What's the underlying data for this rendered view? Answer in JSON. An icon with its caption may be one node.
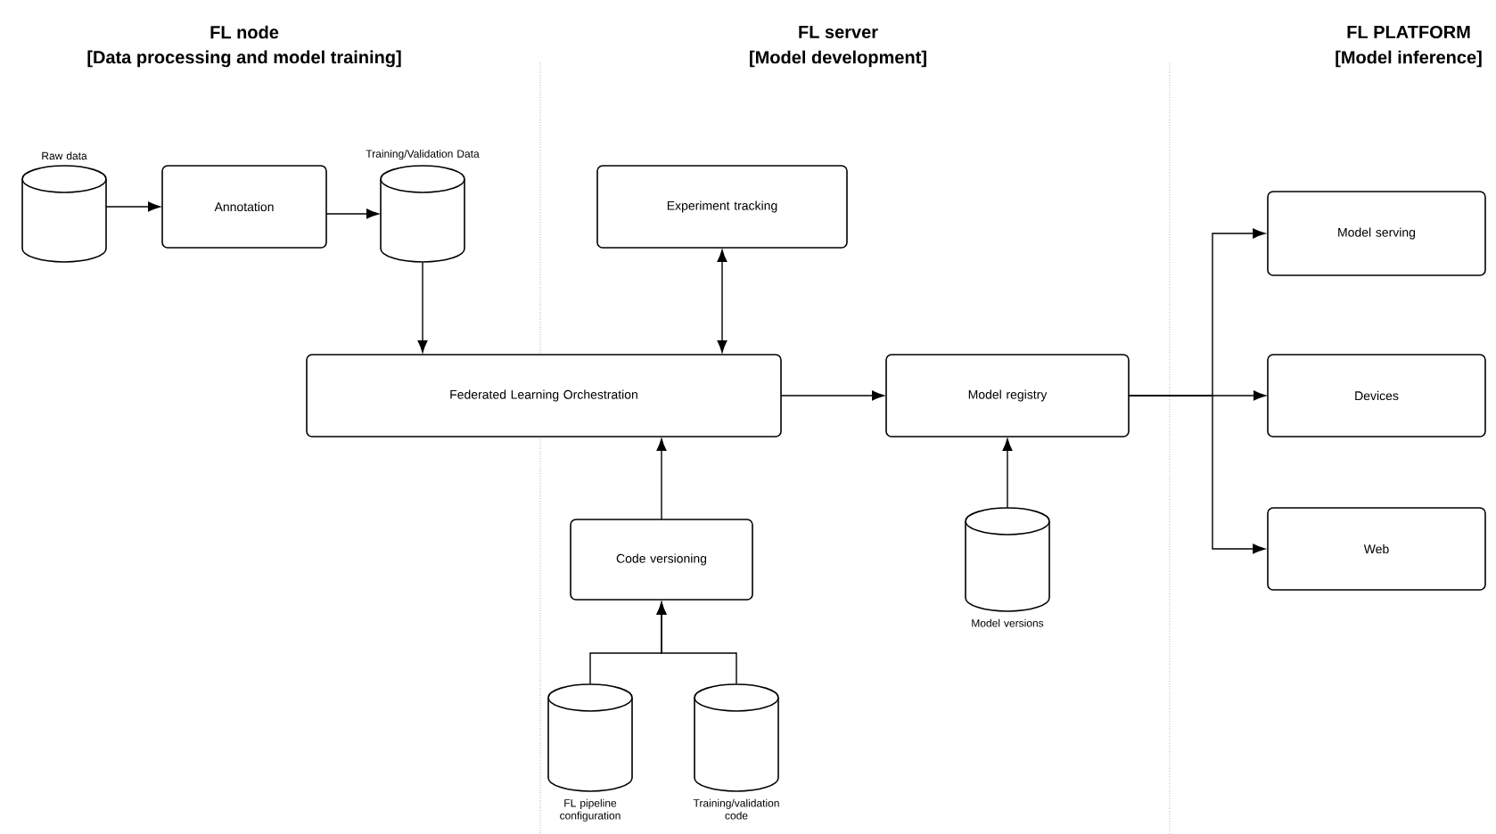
{
  "diagram": {
    "nodes": [
      {
        "text": [
          "Raw data"
        ]
      },
      {
        "text": [
          "Annotation"
        ]
      },
      {
        "text": [
          "Training/Validation Data"
        ]
      },
      {
        "text": [
          "Federated Learning Orchestration"
        ]
      },
      {
        "text": [
          "Experiment tracking"
        ]
      },
      {
        "text": [
          "Model registry"
        ]
      },
      {
        "text": [
          "Code versioning"
        ]
      },
      {
        "text": [
          "FL pipeline configuration"
        ]
      },
      {
        "text": [
          "Training/validation code"
        ]
      },
      {
        "text": [
          "Model versions"
        ]
      },
      {
        "text": [
          "Model serving"
        ]
      },
      {
        "text": [
          "Devices"
        ]
      },
      {
        "text": [
          "Web"
        ]
      }
    ],
    "edges": [
      {
        "from": 0,
        "to": 1,
        "arrow": "to"
      },
      {
        "from": 1,
        "to": 2,
        "arrow": "to"
      },
      {
        "from": 2,
        "to": 3,
        "arrow": "to"
      },
      {
        "from": 3,
        "to": 4,
        "arrow": "both"
      },
      {
        "from": 3,
        "to": 5,
        "arrow": "to"
      },
      {
        "from": 6,
        "to": 3,
        "arrow": "to"
      },
      {
        "from": 7,
        "to": 6,
        "arrow": "to"
      },
      {
        "from": 8,
        "to": 6,
        "arrow": "to"
      },
      {
        "from": 9,
        "to": 5,
        "arrow": "to"
      },
      {
        "from": 5,
        "to": 10,
        "arrow": "to"
      },
      {
        "from": 5,
        "to": 11,
        "arrow": "to"
      },
      {
        "from": 5,
        "to": 12,
        "arrow": "to"
      }
    ],
    "labels": [
      "FL node",
      "[Data processing and model training]",
      "FL server",
      "[Model development]",
      "FL PLATFORM",
      "[Model inference]"
    ]
  }
}
